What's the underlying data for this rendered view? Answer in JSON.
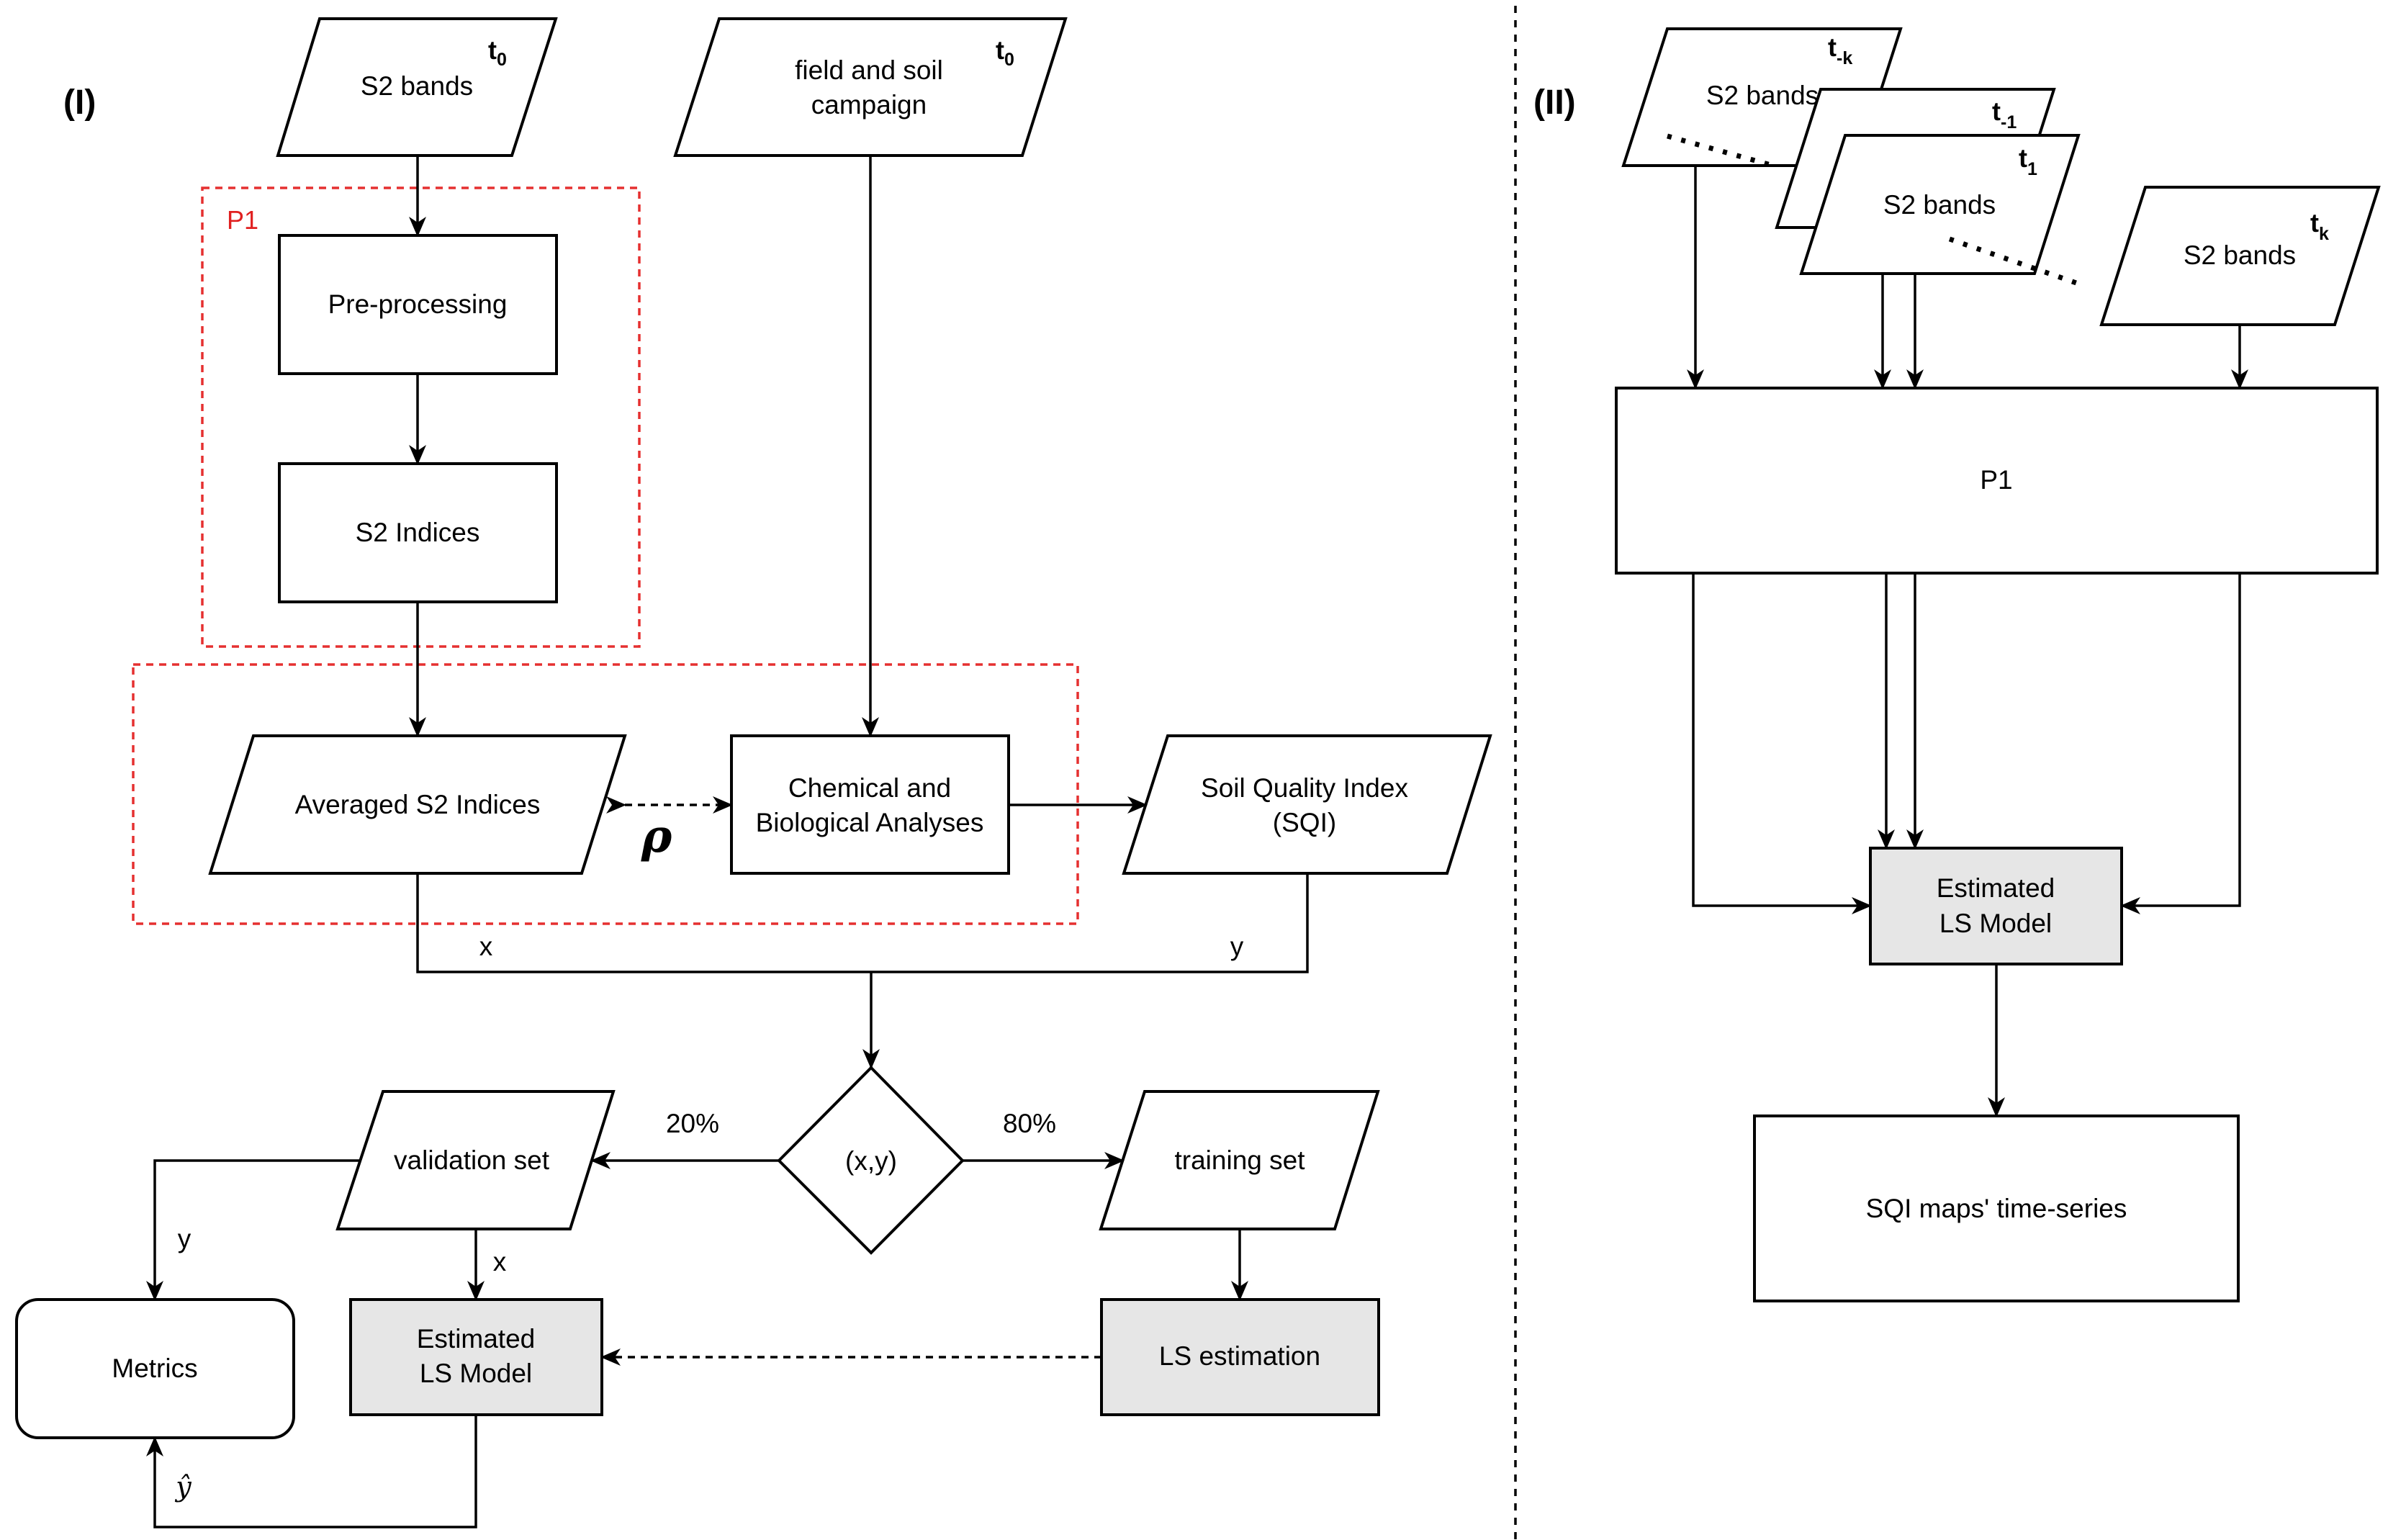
{
  "panels": {
    "left_label": "(I)",
    "right_label": "(II)"
  },
  "groups": {
    "p1_label": "P1"
  },
  "nodes": {
    "s2_bands_t0": "S2 bands",
    "field_soil_line1": "field and soil",
    "field_soil_line2": "campaign",
    "preprocessing": "Pre-processing",
    "s2_indices": "S2 Indices",
    "averaged_indices": "Averaged S2 Indices",
    "chem_line1": "Chemical and",
    "chem_line2": "Biological Analyses",
    "sqi_line1": "Soil Quality Index",
    "sqi_line2": "(SQI)",
    "decision": "(x,y)",
    "validation_set": "validation set",
    "training_set": "training set",
    "metrics": "Metrics",
    "est_ls_line1": "Estimated",
    "est_ls_line2": "LS Model",
    "ls_estimation": "LS estimation",
    "right_s2_bands": "S2 bands",
    "right_p1": "P1",
    "right_est_line1": "Estimated",
    "right_est_line2": "LS Model",
    "sqi_maps": "SQI maps' time-series"
  },
  "time_tags": {
    "t0": {
      "base": "t",
      "sub": "0"
    },
    "tmk": {
      "base": "t",
      "sub": "-k"
    },
    "tm1": {
      "base": "t",
      "sub": "-1"
    },
    "t1": {
      "base": "t",
      "sub": "1"
    },
    "tk": {
      "base": "t",
      "sub": "k"
    }
  },
  "edge_labels": {
    "x_top": "x",
    "y_top": "y",
    "pct_validation": "20%",
    "pct_training": "80%",
    "y_metrics": "y",
    "x_model": "x",
    "rho": "ρ",
    "yhat": "ŷ"
  }
}
